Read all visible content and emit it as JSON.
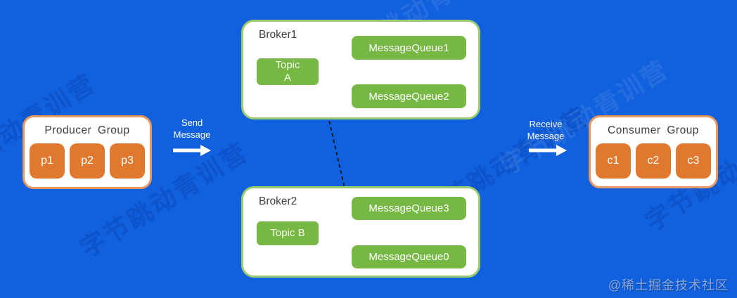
{
  "colors": {
    "background": "#1160DD",
    "orange": "#E0792F",
    "orange_border": "#E8975F",
    "green": "#76B843",
    "green_border": "#9ACB6E",
    "box_text_dark": "#3d3d3d",
    "arrow_dark": "#141414",
    "flow_arrow_white": "#ffffff"
  },
  "producer_group": {
    "title": "Producer Group",
    "items": [
      "p1",
      "p2",
      "p3"
    ]
  },
  "consumer_group": {
    "title": "Consumer Group",
    "items": [
      "c1",
      "c2",
      "c3"
    ]
  },
  "brokers": [
    {
      "title": "Broker1",
      "topic": "Topic\nA",
      "queues": [
        "MessageQueue1",
        "MessageQueue2"
      ]
    },
    {
      "title": "Broker2",
      "topic": "Topic B",
      "queues": [
        "MessageQueue3",
        "MessageQueue0"
      ]
    }
  ],
  "flow_labels": {
    "send": "Send\nMessage",
    "receive": "Receive\nMessage"
  },
  "watermark": {
    "diagonal_text": "字节跳动青训营",
    "credit": "@稀土掘金技术社区"
  }
}
